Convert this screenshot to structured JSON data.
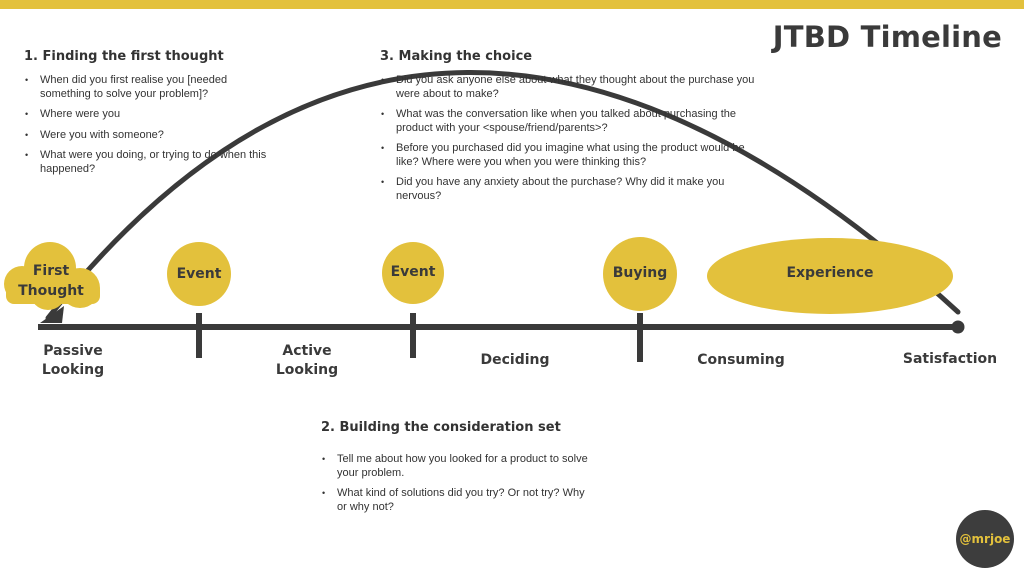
{
  "title": "JTBD Timeline",
  "accent_color": "#e3c13c",
  "dark_color": "#3a3a3a",
  "sections": {
    "finding": {
      "heading": "1. Finding the first thought",
      "items": [
        "When did you first realise you [needed something to solve your problem]?",
        "Where were you",
        "Were you with someone?",
        "What were you doing, or trying to do when this happened?"
      ]
    },
    "building": {
      "heading": "2. Building the consideration set",
      "items": [
        "Tell me about how you looked for a product to solve your problem.",
        "What kind of solutions did you try? Or not try? Why or why not?"
      ]
    },
    "choice": {
      "heading": "3. Making the choice",
      "items": [
        "Did you ask anyone else about what they thought about the purchase you were about to make?",
        "What was the conversation like when you talked about purchasing the product with your <spouse/friend/parents>?",
        "Before you purchased did you imagine what using the product would be like? Where were you when you were thinking this?",
        "Did you have any anxiety about the purchase? Why did it make you nervous?"
      ]
    }
  },
  "nodes": {
    "first_thought": "First Thought",
    "event_1": "Event",
    "event_2": "Event",
    "buying": "Buying",
    "experience": "Experience"
  },
  "stages": {
    "passive": "Passive Looking",
    "active": "Active Looking",
    "deciding": "Deciding",
    "consuming": "Consuming",
    "satisfaction": "Satisfaction"
  },
  "badge": "@mrjoe"
}
